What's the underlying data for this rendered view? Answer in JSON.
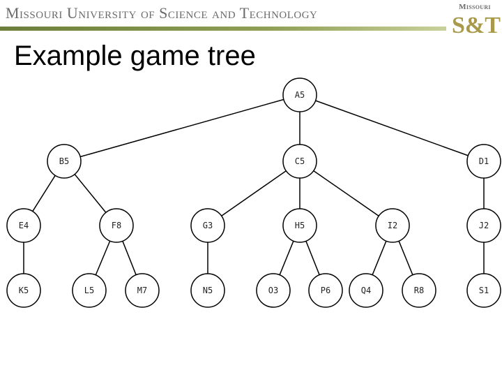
{
  "header": {
    "university_name": "Missouri University of Science and Technology",
    "logo_small_text": "Missouri",
    "logo_big_text": "S&T"
  },
  "slide": {
    "title": "Example game tree"
  },
  "tree": {
    "nodes": [
      {
        "id": "A",
        "label": "A5"
      },
      {
        "id": "B",
        "label": "B5"
      },
      {
        "id": "C",
        "label": "C5"
      },
      {
        "id": "D",
        "label": "D1"
      },
      {
        "id": "E",
        "label": "E4"
      },
      {
        "id": "F",
        "label": "F8"
      },
      {
        "id": "G",
        "label": "G3"
      },
      {
        "id": "H",
        "label": "H5"
      },
      {
        "id": "I",
        "label": "I2"
      },
      {
        "id": "J",
        "label": "J2"
      },
      {
        "id": "K",
        "label": "K5"
      },
      {
        "id": "L",
        "label": "L5"
      },
      {
        "id": "M",
        "label": "M7"
      },
      {
        "id": "N",
        "label": "N5"
      },
      {
        "id": "O",
        "label": "O3"
      },
      {
        "id": "P",
        "label": "P6"
      },
      {
        "id": "Q",
        "label": "Q4"
      },
      {
        "id": "R",
        "label": "R8"
      },
      {
        "id": "S",
        "label": "S1"
      }
    ],
    "edges": [
      [
        "A",
        "B"
      ],
      [
        "A",
        "C"
      ],
      [
        "A",
        "D"
      ],
      [
        "B",
        "E"
      ],
      [
        "B",
        "F"
      ],
      [
        "C",
        "G"
      ],
      [
        "C",
        "H"
      ],
      [
        "C",
        "I"
      ],
      [
        "D",
        "J"
      ],
      [
        "E",
        "K"
      ],
      [
        "F",
        "L"
      ],
      [
        "F",
        "M"
      ],
      [
        "G",
        "N"
      ],
      [
        "H",
        "O"
      ],
      [
        "H",
        "P"
      ],
      [
        "I",
        "Q"
      ],
      [
        "I",
        "R"
      ],
      [
        "J",
        "S"
      ]
    ]
  }
}
